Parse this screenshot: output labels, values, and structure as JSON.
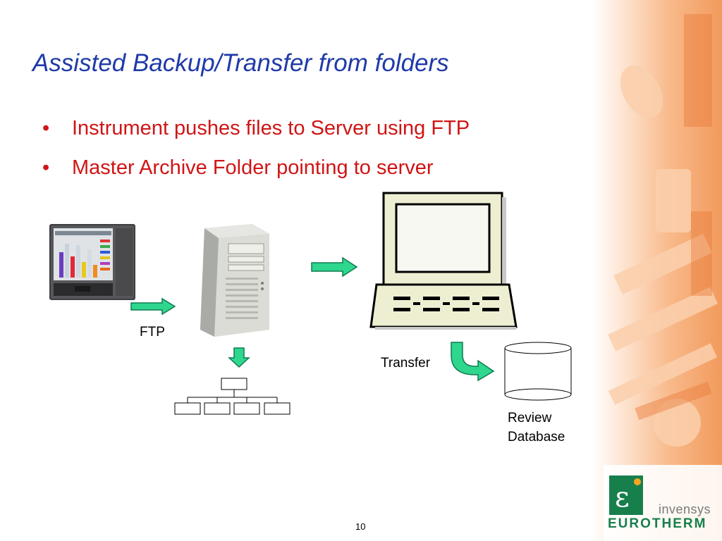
{
  "slide": {
    "title": "Assisted Backup/Transfer from folders",
    "bullet_marker": "•",
    "bullets": [
      "Instrument pushes files to Server using FTP",
      "Master Archive Folder pointing to server"
    ],
    "page_number": "10"
  },
  "diagram": {
    "ftp_label": "FTP",
    "transfer_label": "Transfer",
    "database_label_line1": "Review",
    "database_label_line2": "Database"
  },
  "branding": {
    "company": "invensys",
    "product": "EUROTHERM",
    "logo_glyph": "ε"
  },
  "colors": {
    "title": "#1f3aa8",
    "bullets": "#d01515",
    "arrow_fill": "#2fd68e",
    "brand_green": "#177f4c",
    "side_accent": "#f39a5c"
  }
}
